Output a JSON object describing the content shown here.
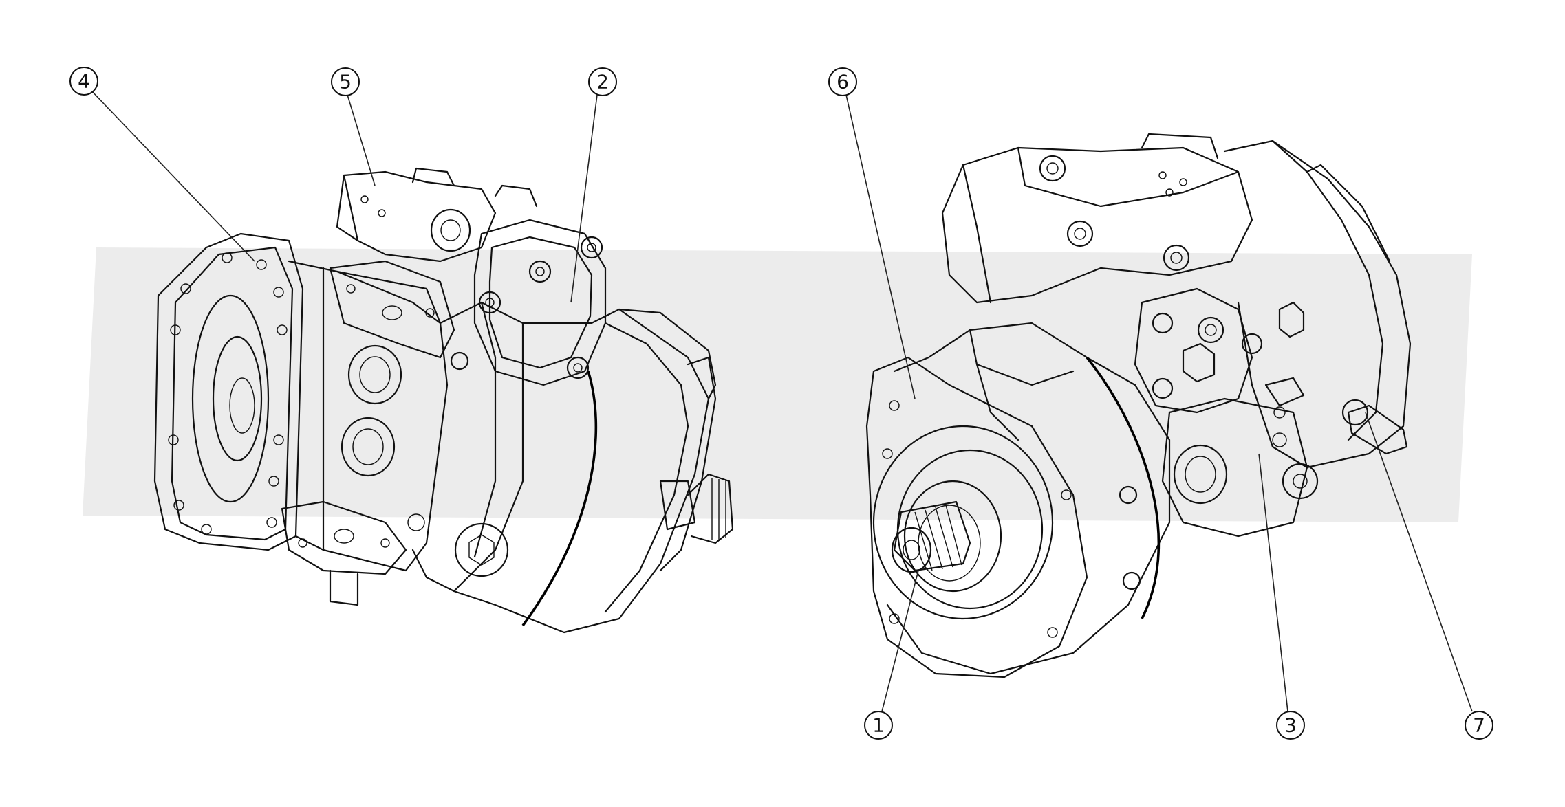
{
  "callouts": [
    {
      "id": "4",
      "label": "4"
    },
    {
      "id": "5",
      "label": "5"
    },
    {
      "id": "2",
      "label": "2"
    },
    {
      "id": "6",
      "label": "6"
    },
    {
      "id": "1",
      "label": "1"
    },
    {
      "id": "3",
      "label": "3"
    },
    {
      "id": "7",
      "label": "7"
    }
  ],
  "colors": {
    "line": "#111111",
    "background": "#ffffff",
    "watermark": "#ececec"
  }
}
